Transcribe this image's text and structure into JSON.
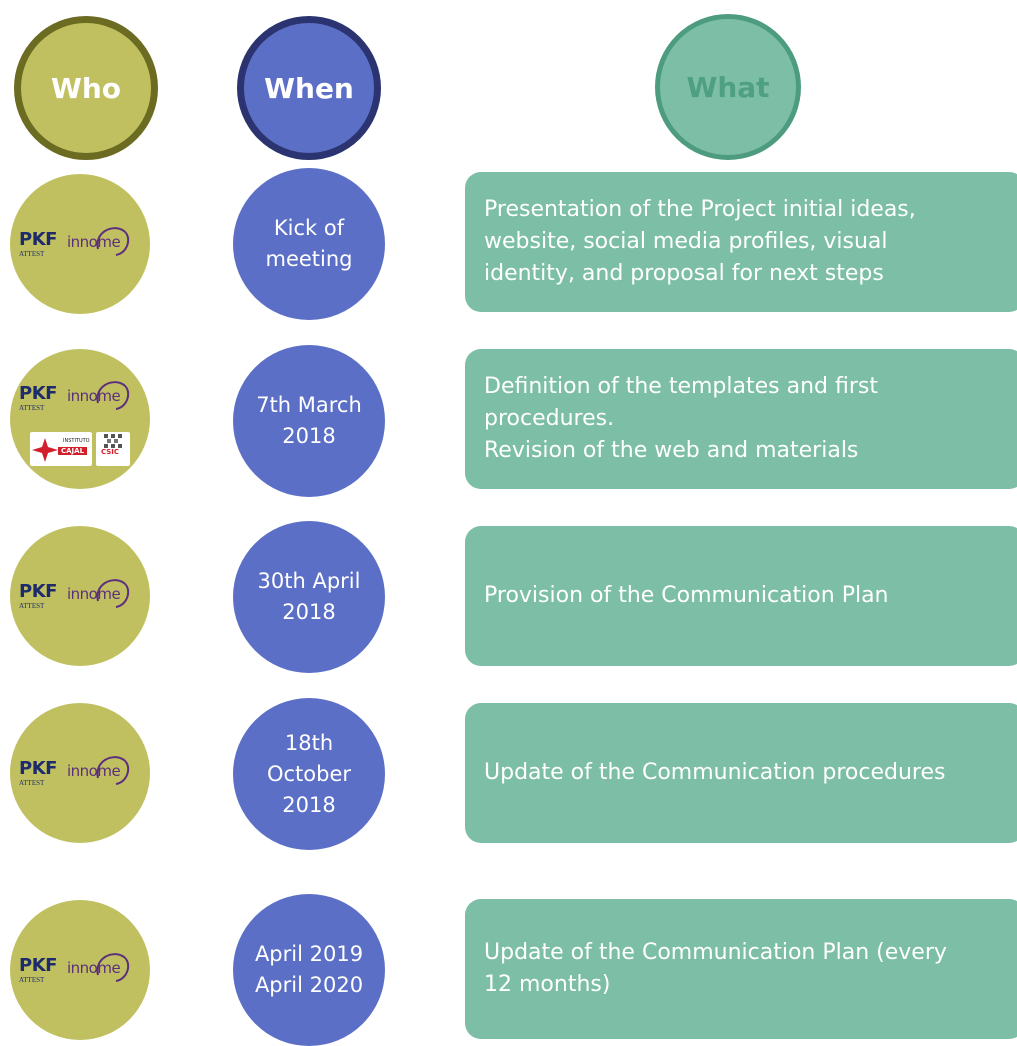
{
  "headers": {
    "who": "Who",
    "when": "When",
    "what": "What"
  },
  "colors": {
    "who_fill": "#c0c060",
    "who_border": "#6b6b22",
    "when_fill": "#5b6fc6",
    "when_border": "#2b3470",
    "what_fill": "#7cbfa6",
    "what_border": "#4d9c80"
  },
  "logos": {
    "pkf": "PKF",
    "attest": "ATTEST",
    "innome": "innome",
    "cajal_line1": "INSTITUTO",
    "cajal_line2": "CAJAL",
    "csic": "CSIC"
  },
  "rows": [
    {
      "who": [
        "PKF ATTEST",
        "innome"
      ],
      "when": "Kick of\nmeeting",
      "what": "Presentation of the Project initial ideas,\nwebsite, social media profiles, visual\nidentity, and proposal for next steps"
    },
    {
      "who": [
        "PKF ATTEST",
        "innome",
        "INSTITUTO CAJAL",
        "CSIC"
      ],
      "when": "7th March\n2018",
      "what": "Definition of the templates and first\nprocedures.\nRevision of the web and materials"
    },
    {
      "who": [
        "PKF ATTEST",
        "innome"
      ],
      "when": "30th April\n2018",
      "what": "Provision of the Communication Plan"
    },
    {
      "who": [
        "PKF ATTEST",
        "innome"
      ],
      "when": "18th\nOctober\n2018",
      "what": "Update of the Communication procedures"
    },
    {
      "who": [
        "PKF ATTEST",
        "innome"
      ],
      "when": "April 2019\nApril 2020",
      "what": "Update of the Communication Plan (every\n12 months)"
    }
  ]
}
